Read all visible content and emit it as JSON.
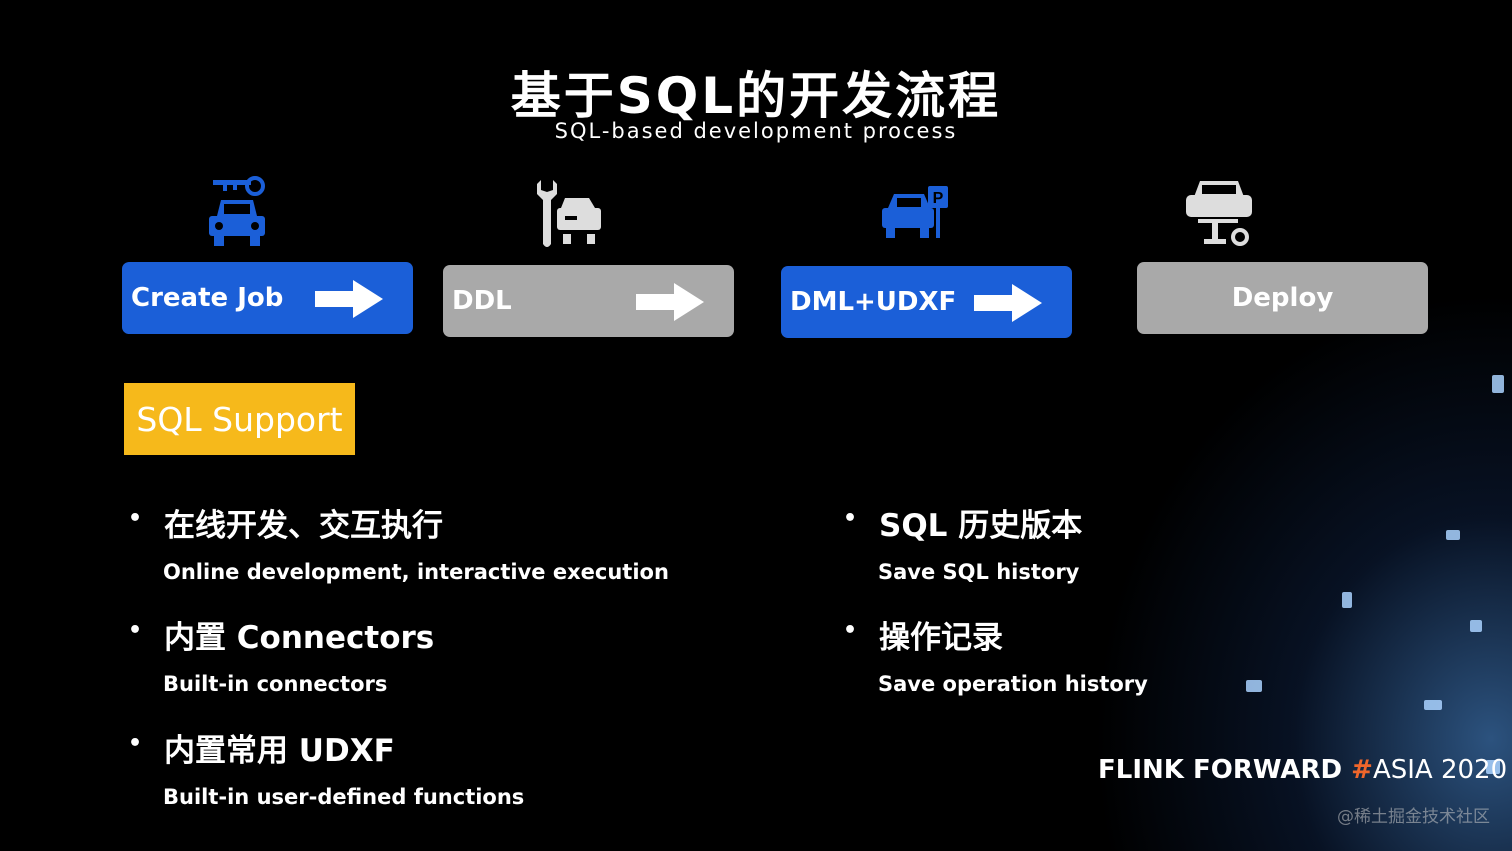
{
  "header": {
    "title": "基于SQL的开发流程",
    "subtitle": "SQL-based development process"
  },
  "steps": [
    {
      "label": "Create Job",
      "icon": "car-key-icon",
      "color": "#1b5fd8"
    },
    {
      "label": "DDL",
      "icon": "car-wrench-icon",
      "color": "#a9a9a9"
    },
    {
      "label": "DML+UDXF",
      "icon": "car-parking-icon",
      "color": "#1b5fd8"
    },
    {
      "label": "Deploy",
      "icon": "car-lift-icon",
      "color": "#a9a9a9"
    }
  ],
  "badge": {
    "label": "SQL Support",
    "color": "#f6b91b"
  },
  "bullets": [
    {
      "zh": "在线开发、交互执行",
      "en": "Online development, interactive execution"
    },
    {
      "zh": "内置 Connectors",
      "en": "Built-in connectors"
    },
    {
      "zh": "内置常用 UDXF",
      "en": "Built-in user-defined functions"
    },
    {
      "zh": "SQL 历史版本",
      "en": "Save SQL history"
    },
    {
      "zh": "操作记录",
      "en": "Save operation history"
    }
  ],
  "brand": {
    "part1": "FLINK FORWARD ",
    "hash": "#",
    "part2": "ASIA 2020",
    "hash_color": "#f0662b"
  },
  "watermark": "@稀土掘金技术社区"
}
